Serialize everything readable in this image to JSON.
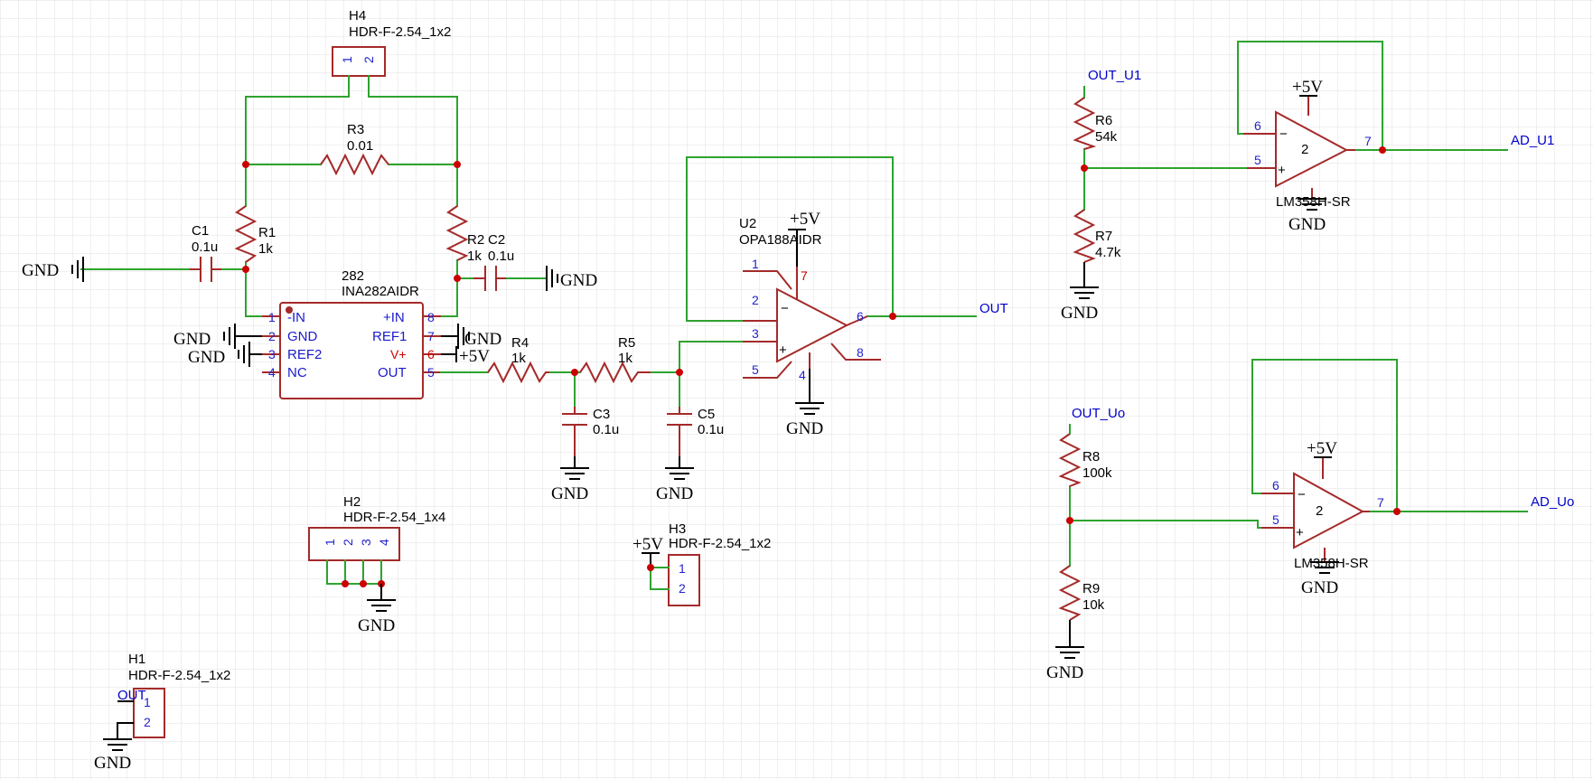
{
  "H4": {
    "ref": "H4",
    "value": "HDR-F-2.54_1x2",
    "pins": [
      "1",
      "2"
    ]
  },
  "H2": {
    "ref": "H2",
    "value": "HDR-F-2.54_1x4",
    "pins": [
      "1",
      "2",
      "3",
      "4"
    ]
  },
  "H3": {
    "ref": "H3",
    "value": "HDR-F-2.54_1x2",
    "pins": [
      "1",
      "2"
    ]
  },
  "H1": {
    "ref": "H1",
    "value": "HDR-F-2.54_1x2",
    "pins": [
      "1",
      "2"
    ]
  },
  "R1": {
    "ref": "R1",
    "value": "1k"
  },
  "R2": {
    "ref": "R2",
    "value": "1k"
  },
  "R3": {
    "ref": "R3",
    "value": "0.01"
  },
  "R4": {
    "ref": "R4",
    "value": "1k"
  },
  "R5": {
    "ref": "R5",
    "value": "1k"
  },
  "R6": {
    "ref": "R6",
    "value": "54k"
  },
  "R7": {
    "ref": "R7",
    "value": "4.7k"
  },
  "R8": {
    "ref": "R8",
    "value": "100k"
  },
  "R9": {
    "ref": "R9",
    "value": "10k"
  },
  "C1": {
    "ref": "C1",
    "value": "0.1u"
  },
  "C2": {
    "ref": "C2",
    "value": "0.1u"
  },
  "C3": {
    "ref": "C3",
    "value": "0.1u"
  },
  "C5": {
    "ref": "C5",
    "value": "0.1u"
  },
  "ina": {
    "ref": "282",
    "value": "INA282AIDR",
    "left_pins": [
      {
        "num": "1",
        "name": "-IN"
      },
      {
        "num": "2",
        "name": "GND"
      },
      {
        "num": "3",
        "name": "REF2"
      },
      {
        "num": "4",
        "name": "NC"
      }
    ],
    "right_pins": [
      {
        "num": "8",
        "name": "+IN"
      },
      {
        "num": "7",
        "name": "REF1"
      },
      {
        "num": "6",
        "name": "V+"
      },
      {
        "num": "5",
        "name": "OUT"
      }
    ]
  },
  "U2": {
    "ref": "U2",
    "value": "OPA188AIDR",
    "pins": {
      "p1": "1",
      "p2": "2",
      "p3": "3",
      "p5": "5",
      "p4": "4",
      "p6": "6",
      "p7": "7",
      "p8": "8"
    }
  },
  "U1a": {
    "value": "LM358H-SR",
    "unit": "2",
    "pins": {
      "inv": "6",
      "noninv": "5",
      "out": "7"
    }
  },
  "U1b": {
    "value": "LM358H-SR",
    "unit": "2",
    "pins": {
      "inv": "6",
      "noninv": "5",
      "out": "7"
    }
  },
  "symbols": {
    "gnd": "GND",
    "vcc": "+5V",
    "minus": "−",
    "plus": "+"
  },
  "nets": {
    "out": "OUT",
    "out_u1": "OUT_U1",
    "out_uo": "OUT_Uo",
    "ad_u1": "AD_U1",
    "ad_uo": "AD_Uo"
  }
}
